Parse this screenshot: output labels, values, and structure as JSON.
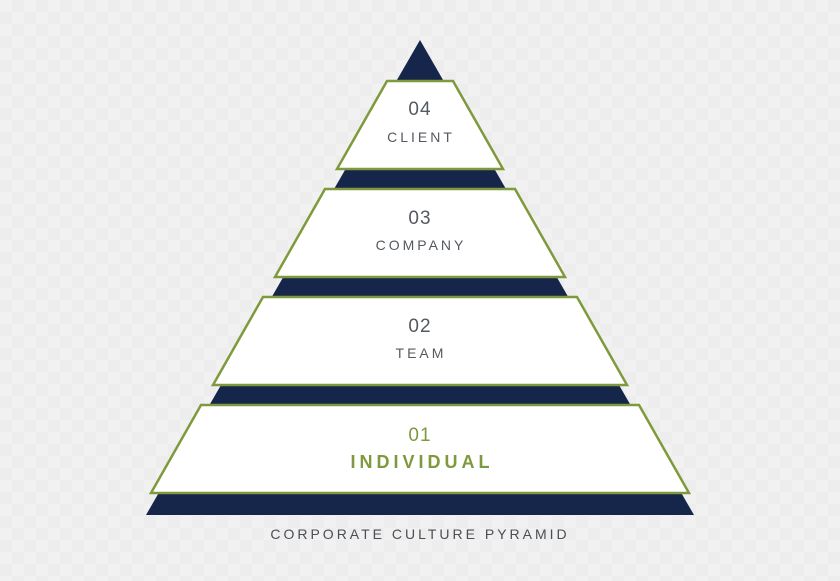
{
  "colors": {
    "navy": "#16254a",
    "olive": "#7e9a3c",
    "panel": "#ffffff",
    "text": "#555a60"
  },
  "tiers": [
    {
      "number": "04",
      "label": "CLIENT",
      "highlight": false
    },
    {
      "number": "03",
      "label": "COMPANY",
      "highlight": false
    },
    {
      "number": "02",
      "label": "TEAM",
      "highlight": false
    },
    {
      "number": "01",
      "label": "INDIVIDUAL",
      "highlight": true
    }
  ],
  "caption": "CORPORATE CULTURE PYRAMID"
}
